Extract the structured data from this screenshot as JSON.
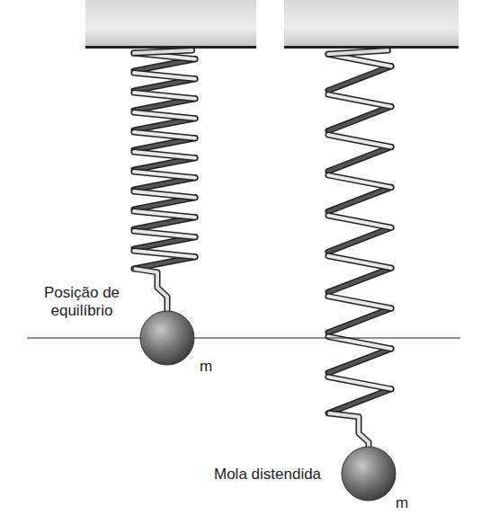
{
  "diagram": {
    "labels": [
      "Posição de equilíbrio",
      "m",
      "Mola distendida",
      "m"
    ]
  }
}
